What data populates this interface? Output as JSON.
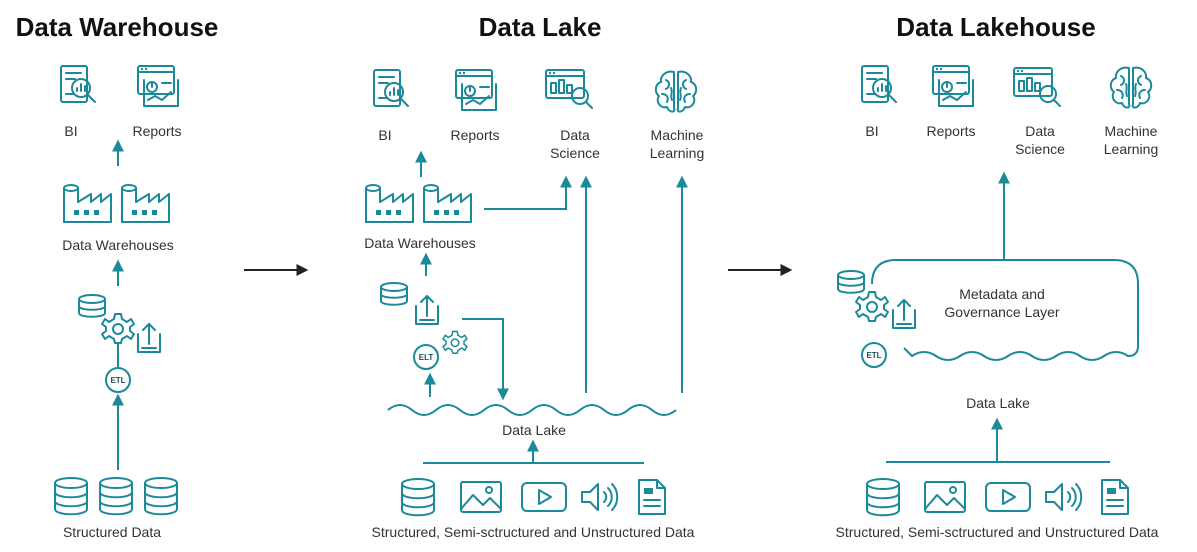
{
  "colors": {
    "accent": "#1a8a9a",
    "text": "#333333",
    "title": "#111111",
    "arrow": "#222222"
  },
  "panels": {
    "warehouse": {
      "title": "Data Warehouse",
      "bi": "BI",
      "reports": "Reports",
      "data_warehouses": "Data Warehouses",
      "etl": "ETL",
      "structured_data": "Structured Data"
    },
    "lake": {
      "title": "Data Lake",
      "bi": "BI",
      "reports": "Reports",
      "data_science_1": "Data",
      "data_science_2": "Science",
      "ml_1": "Machine",
      "ml_2": "Learning",
      "data_warehouses": "Data Warehouses",
      "elt": "ELT",
      "data_lake": "Data Lake",
      "sources": "Structured, Semi-sctructured and Unstructured Data"
    },
    "lakehouse": {
      "title": "Data Lakehouse",
      "bi": "BI",
      "reports": "Reports",
      "data_science_1": "Data",
      "data_science_2": "Science",
      "ml_1": "Machine",
      "ml_2": "Learning",
      "metadata_1": "Metadata and",
      "metadata_2": "Governance Layer",
      "etl": "ETL",
      "data_lake": "Data Lake",
      "sources": "Structured, Semi-sctructured and Unstructured Data"
    }
  },
  "icons": [
    "bi-report-icon",
    "report-chart-icon",
    "data-science-icon",
    "brain-icon",
    "warehouse-icon",
    "database-icon",
    "gear-icon",
    "upload-doc-icon",
    "image-icon",
    "video-icon",
    "audio-icon",
    "document-icon",
    "wave-icon",
    "arrow-right-icon"
  ]
}
